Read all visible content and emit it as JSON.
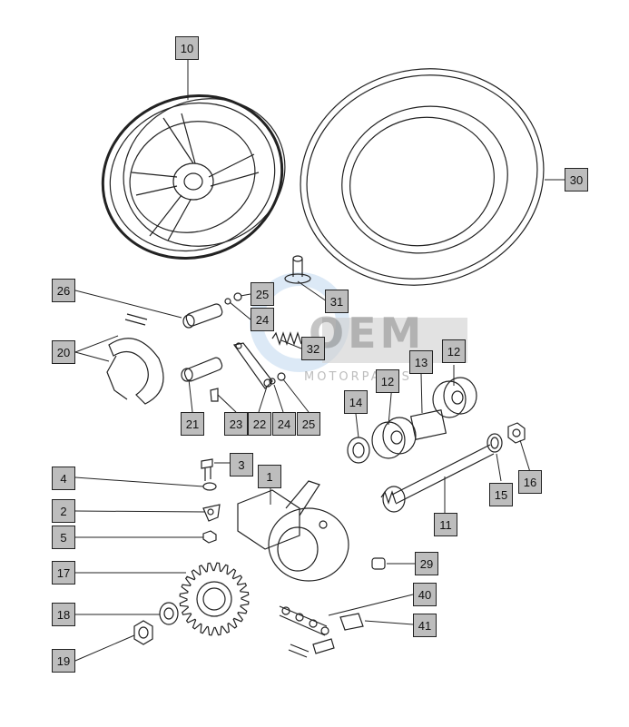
{
  "watermark": {
    "brand": "OEM",
    "sub": "MOTORPARTS"
  },
  "callouts": [
    {
      "id": "c10a",
      "text": "10"
    },
    {
      "id": "c30",
      "text": "30"
    },
    {
      "id": "c26",
      "text": "26"
    },
    {
      "id": "c25a",
      "text": "25"
    },
    {
      "id": "c24a",
      "text": "24"
    },
    {
      "id": "c31",
      "text": "31"
    },
    {
      "id": "c20",
      "text": "20"
    },
    {
      "id": "c32",
      "text": "32"
    },
    {
      "id": "c13",
      "text": "13"
    },
    {
      "id": "c12a",
      "text": "12"
    },
    {
      "id": "c12b",
      "text": "12"
    },
    {
      "id": "c14",
      "text": "14"
    },
    {
      "id": "c21",
      "text": "21"
    },
    {
      "id": "c23",
      "text": "23"
    },
    {
      "id": "c22",
      "text": "22"
    },
    {
      "id": "c24b",
      "text": "24"
    },
    {
      "id": "c25b",
      "text": "25"
    },
    {
      "id": "c16",
      "text": "16"
    },
    {
      "id": "c3",
      "text": "3"
    },
    {
      "id": "c4",
      "text": "4"
    },
    {
      "id": "c1",
      "text": "1"
    },
    {
      "id": "c15",
      "text": "15"
    },
    {
      "id": "c2",
      "text": "2"
    },
    {
      "id": "c5",
      "text": "5"
    },
    {
      "id": "c11",
      "text": "11"
    },
    {
      "id": "c17",
      "text": "17"
    },
    {
      "id": "c29",
      "text": "29"
    },
    {
      "id": "c40",
      "text": "40"
    },
    {
      "id": "c18",
      "text": "18"
    },
    {
      "id": "c41",
      "text": "41"
    },
    {
      "id": "c19",
      "text": "19"
    }
  ]
}
